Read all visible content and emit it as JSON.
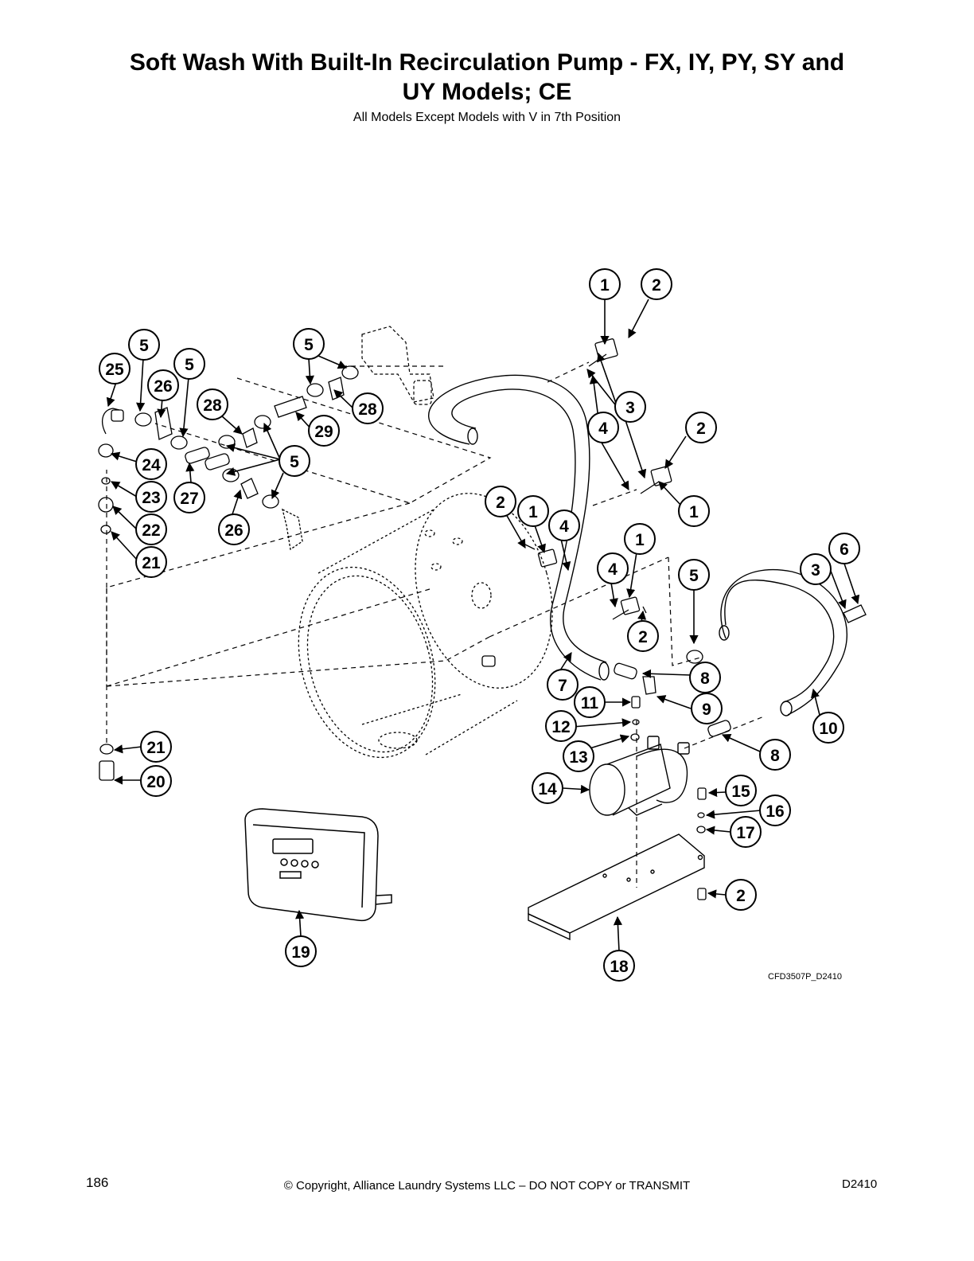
{
  "page": {
    "title_line1": "Soft Wash With Built-In Recirculation Pump - FX, IY, PY, SY and",
    "title_line2": "UY Models; CE",
    "subtitle": "All Models Except Models with V in 7th Position",
    "figure_code": "CFD3507P_D2410",
    "page_number": "186",
    "copyright": "© Copyright, Alliance Laundry Systems LLC – DO NOT COPY or TRANSMIT",
    "doc_code": "D2410"
  },
  "callouts": [
    {
      "id": "1"
    },
    {
      "id": "2"
    },
    {
      "id": "3"
    },
    {
      "id": "4"
    },
    {
      "id": "2"
    },
    {
      "id": "1"
    },
    {
      "id": "2"
    },
    {
      "id": "1"
    },
    {
      "id": "4"
    },
    {
      "id": "1"
    },
    {
      "id": "4"
    },
    {
      "id": "2"
    },
    {
      "id": "5"
    },
    {
      "id": "6"
    },
    {
      "id": "3"
    },
    {
      "id": "7"
    },
    {
      "id": "8"
    },
    {
      "id": "9"
    },
    {
      "id": "10"
    },
    {
      "id": "8"
    },
    {
      "id": "11"
    },
    {
      "id": "12"
    },
    {
      "id": "13"
    },
    {
      "id": "14"
    },
    {
      "id": "15"
    },
    {
      "id": "16"
    },
    {
      "id": "17"
    },
    {
      "id": "2"
    },
    {
      "id": "18"
    },
    {
      "id": "19"
    },
    {
      "id": "5"
    },
    {
      "id": "25"
    },
    {
      "id": "26"
    },
    {
      "id": "5"
    },
    {
      "id": "5"
    },
    {
      "id": "28"
    },
    {
      "id": "29"
    },
    {
      "id": "28"
    },
    {
      "id": "5"
    },
    {
      "id": "24"
    },
    {
      "id": "23"
    },
    {
      "id": "27"
    },
    {
      "id": "26"
    },
    {
      "id": "22"
    },
    {
      "id": "21"
    },
    {
      "id": "21"
    },
    {
      "id": "20"
    }
  ]
}
